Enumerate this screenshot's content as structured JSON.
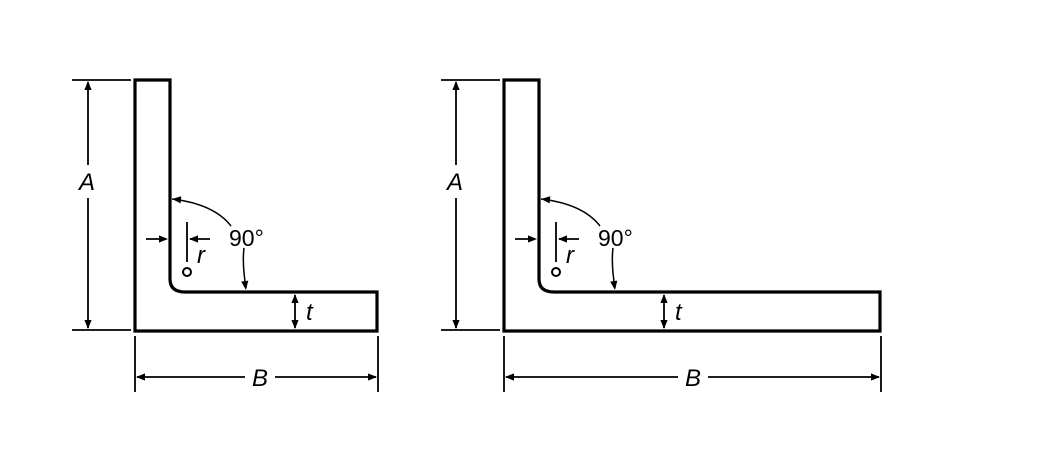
{
  "figures": [
    {
      "labels": {
        "height": "A",
        "width": "B",
        "thickness": "t",
        "radius": "r",
        "angle": "90°"
      }
    },
    {
      "labels": {
        "height": "A",
        "width": "B",
        "thickness": "t",
        "radius": "r",
        "angle": "90°"
      }
    }
  ]
}
